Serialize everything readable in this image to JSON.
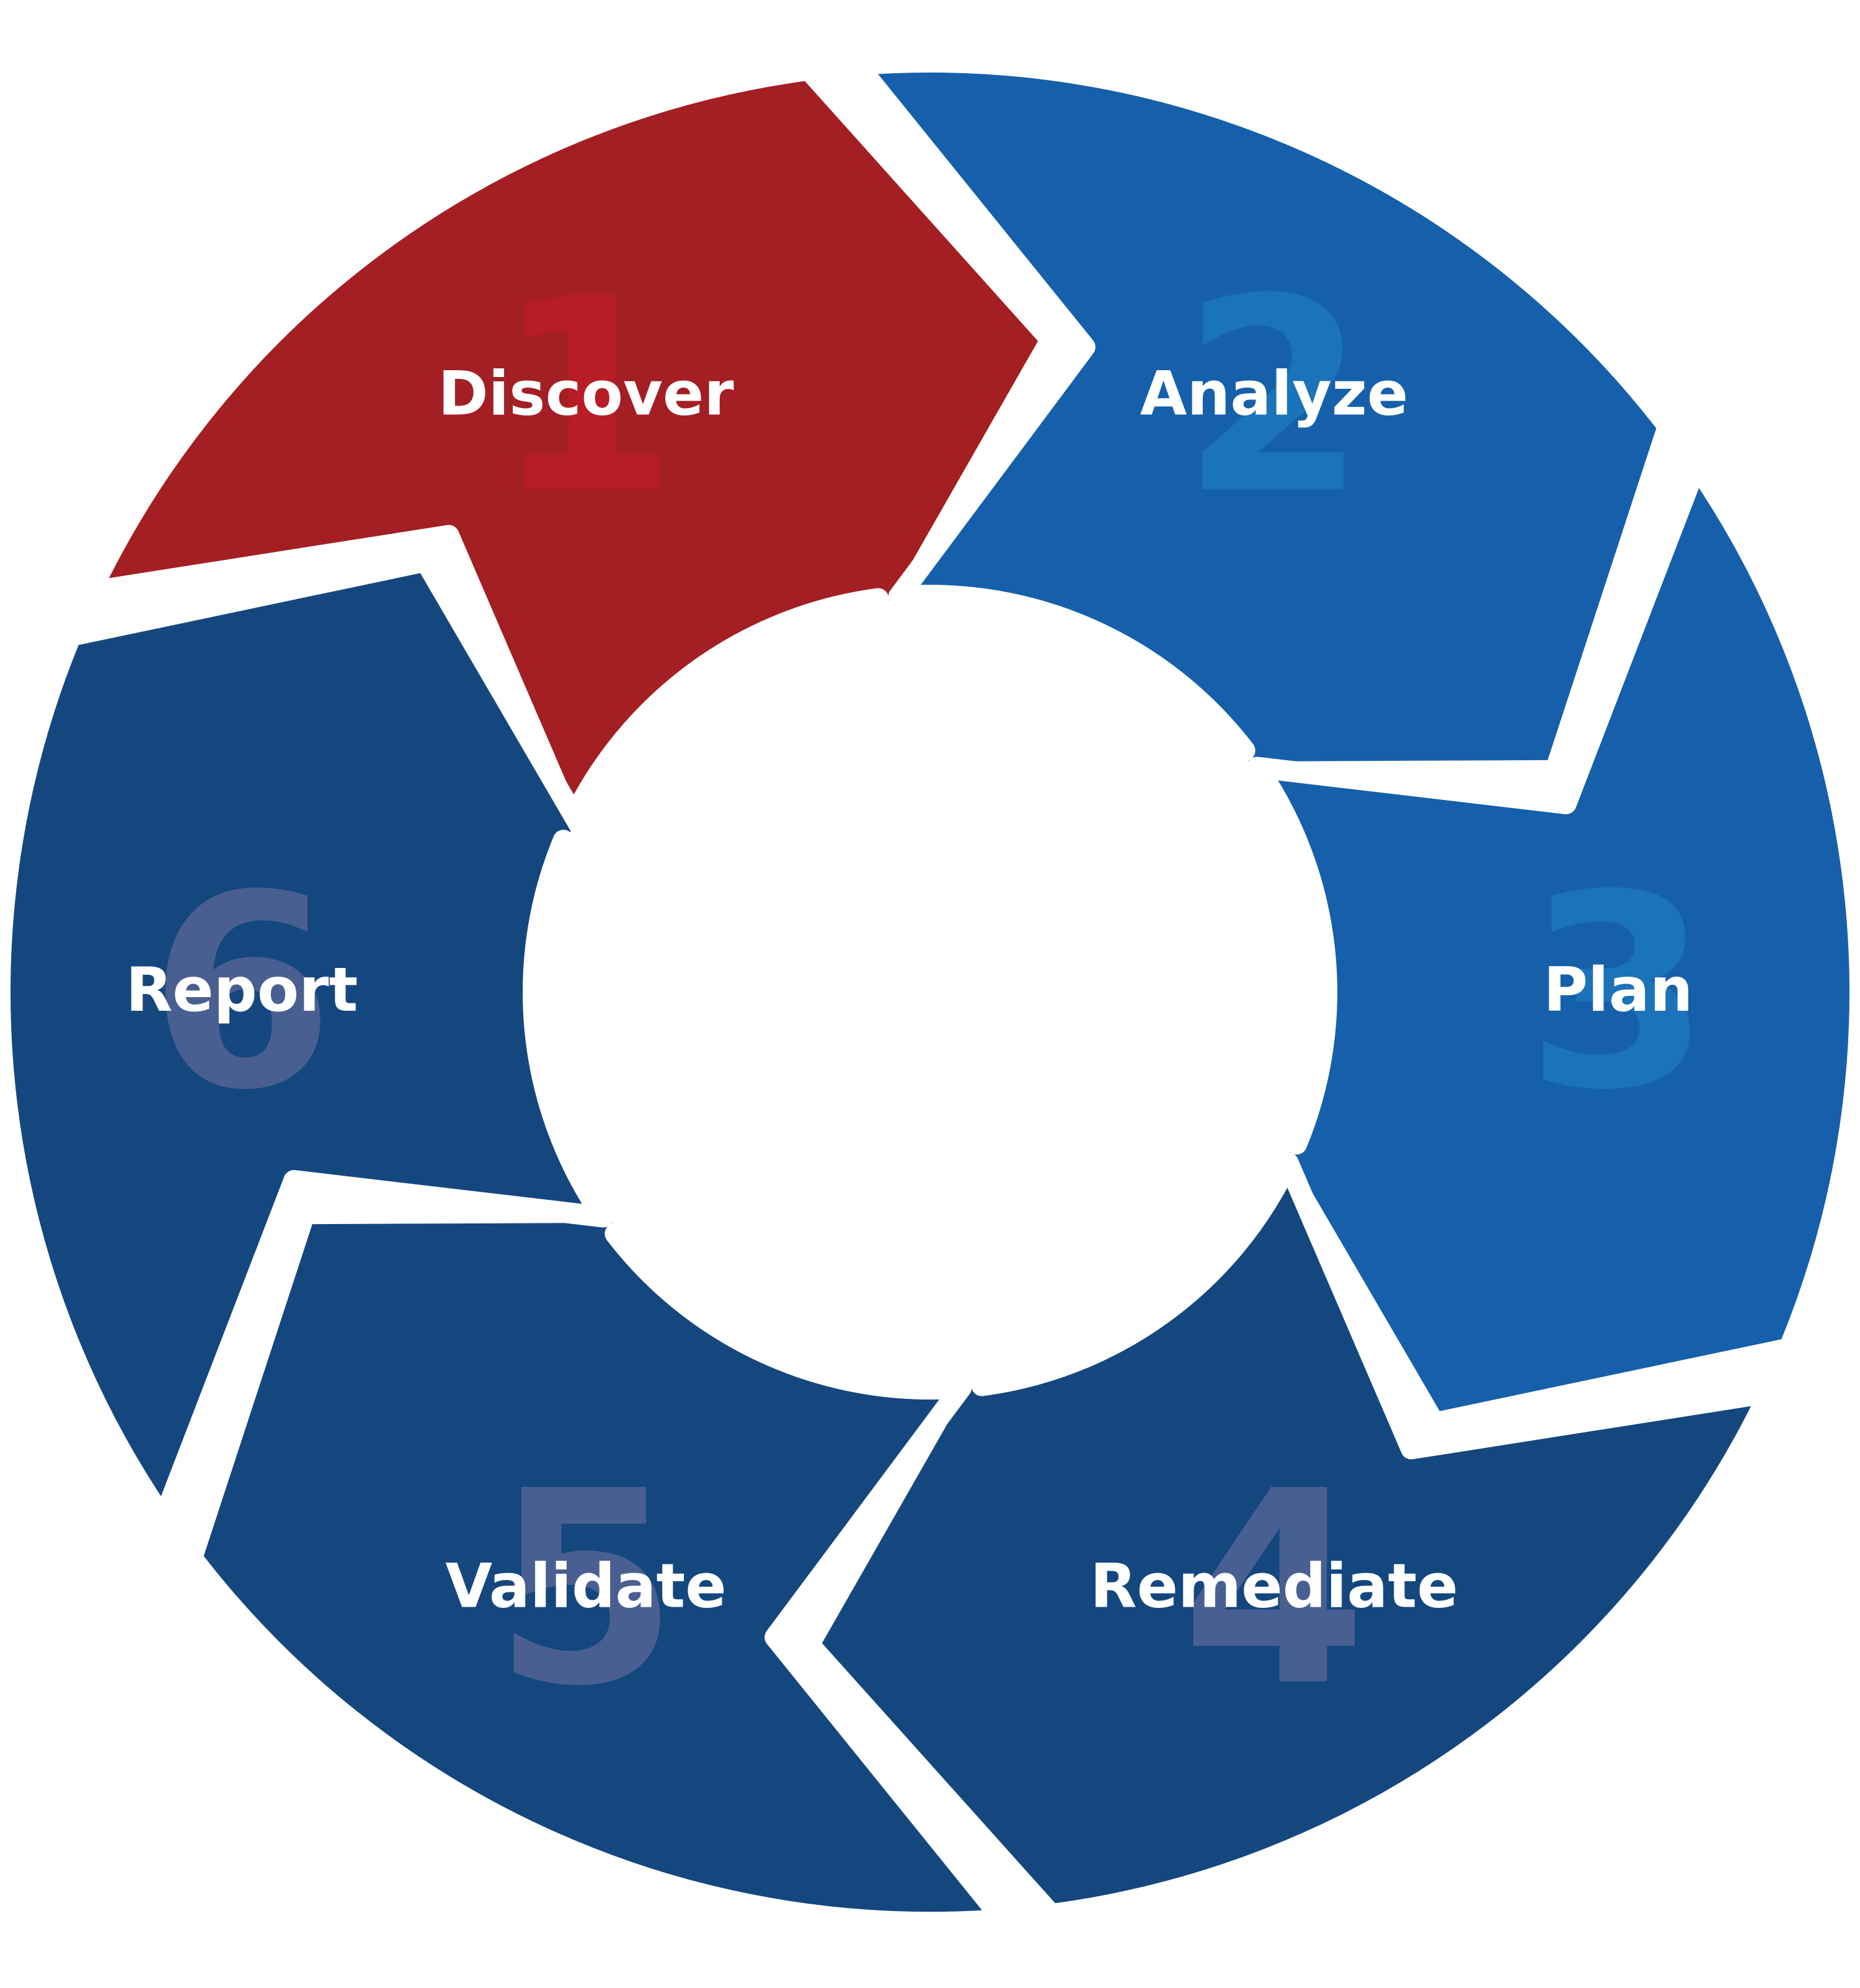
{
  "diagram": {
    "type": "cycle",
    "steps": [
      {
        "number": "1",
        "label": "Discover",
        "color": "#A31F24",
        "number_color": "#B81C25"
      },
      {
        "number": "2",
        "label": "Analyze",
        "color": "#1660AB",
        "number_color": "#1B73BA"
      },
      {
        "number": "3",
        "label": "Plan",
        "color": "#1660AB",
        "number_color": "#1B73BA"
      },
      {
        "number": "4",
        "label": "Remediate",
        "color": "#15477F",
        "number_color": "#4A5F91"
      },
      {
        "number": "5",
        "label": "Validate",
        "color": "#15477F",
        "number_color": "#4A5F91"
      },
      {
        "number": "6",
        "label": "Report",
        "color": "#15477F",
        "number_color": "#4A5F91"
      }
    ],
    "center_color": "#ffffff"
  }
}
